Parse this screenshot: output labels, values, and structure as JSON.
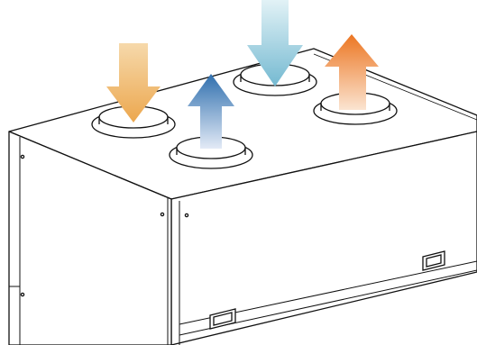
{
  "diagram": {
    "subject": "ventilation-unit-top-view",
    "stroke_color": "#111111",
    "fill_color": "#ffffff",
    "airflows": [
      {
        "id": "inlet-left",
        "direction": "down",
        "top_color": "#f6d9ab",
        "bottom_color": "#eca74e"
      },
      {
        "id": "outlet-left",
        "direction": "up",
        "top_color": "#2f6fae",
        "bottom_color": "#e3eaf6"
      },
      {
        "id": "inlet-right",
        "direction": "down",
        "top_color": "#e2f2f6",
        "bottom_color": "#74b9d1"
      },
      {
        "id": "outlet-right",
        "direction": "up",
        "top_color": "#ec7622",
        "bottom_color": "#fbe4d1"
      }
    ],
    "ports": [
      "port-front-left",
      "port-front-right",
      "port-back-left",
      "port-back-right"
    ],
    "handles": [
      "handle-front",
      "handle-right"
    ]
  }
}
